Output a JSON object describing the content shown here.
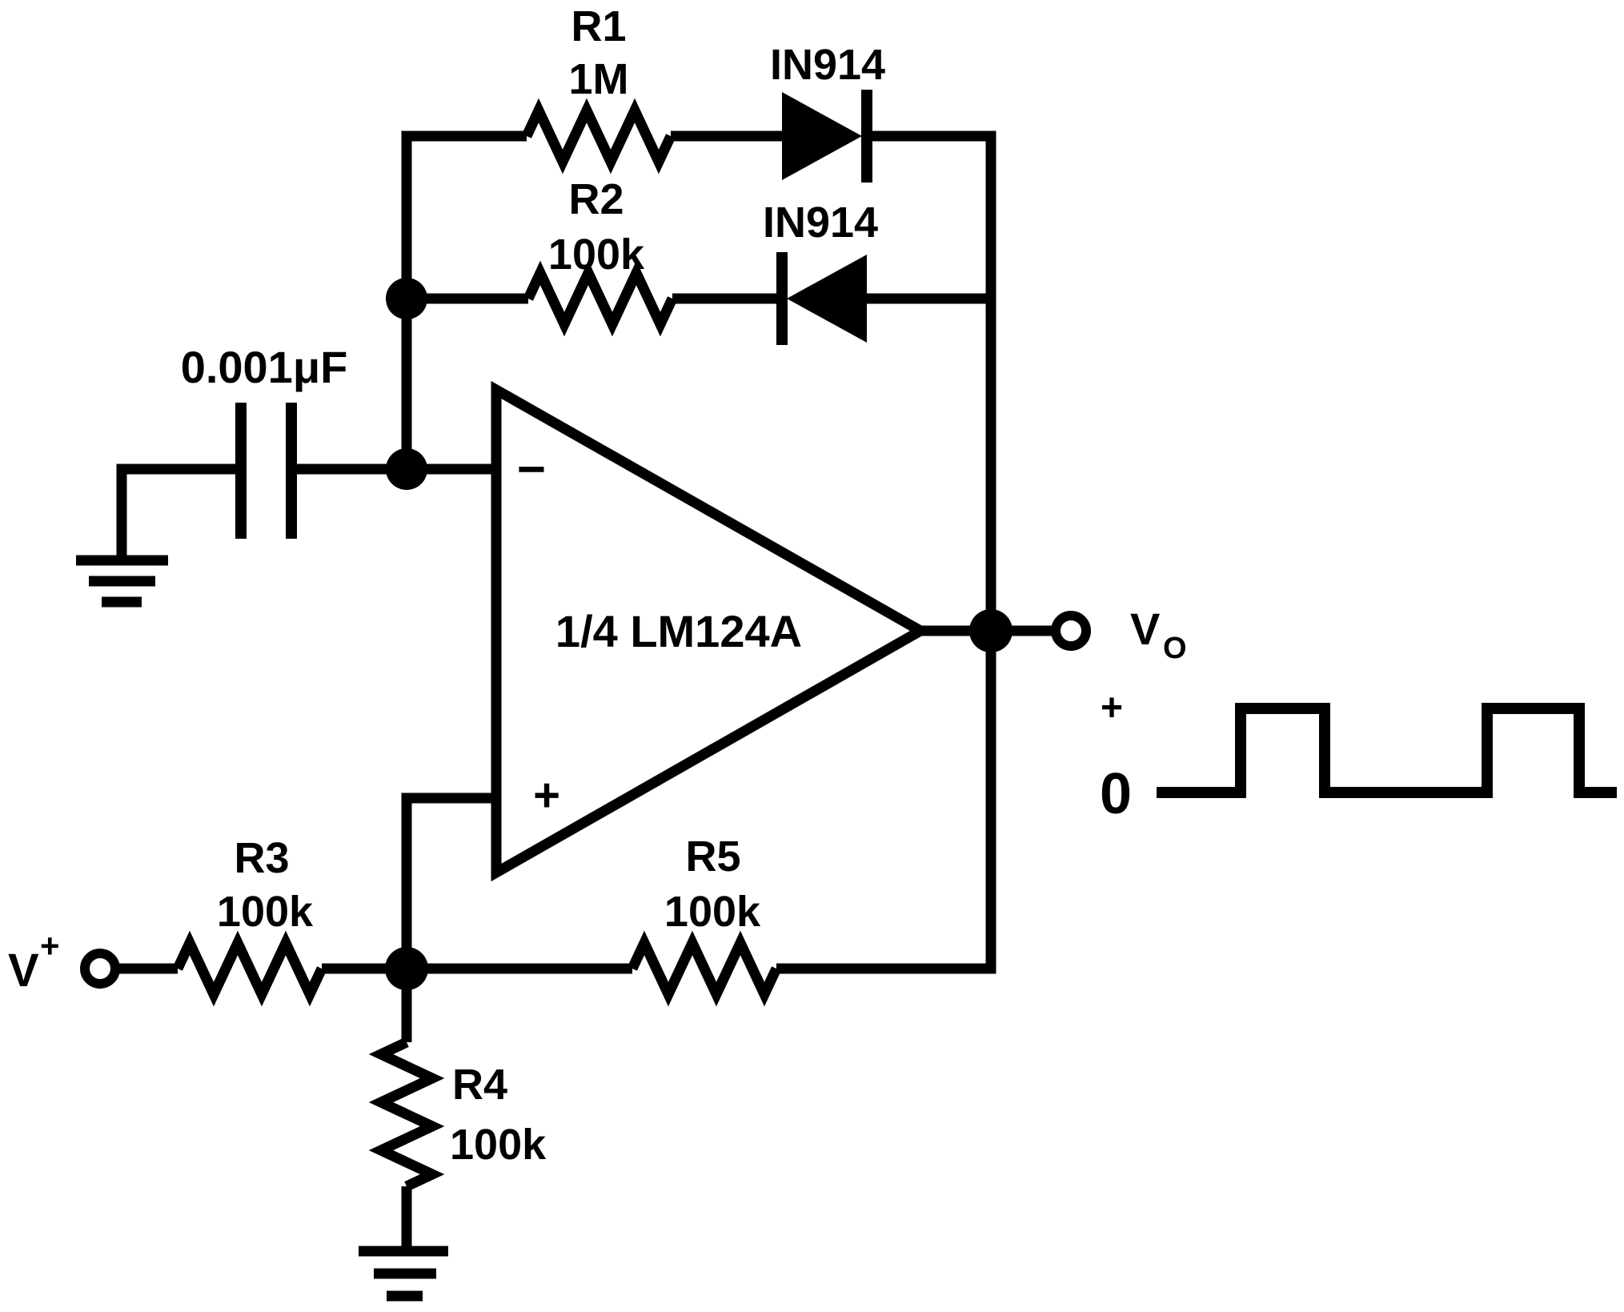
{
  "schematic": {
    "description": "Op-amp square-wave pulse generator schematic",
    "colors": {
      "ink": "#000000",
      "background": "#ffffff"
    },
    "components": {
      "r1": {
        "name": "R1",
        "value": "1M"
      },
      "r2": {
        "name": "R2",
        "value": "100k"
      },
      "r3": {
        "name": "R3",
        "value": "100k"
      },
      "r4": {
        "name": "R4",
        "value": "100k"
      },
      "r5": {
        "name": "R5",
        "value": "100k"
      },
      "d1": {
        "part": "IN914"
      },
      "d2": {
        "part": "IN914"
      },
      "c1": {
        "value": "0.001μF"
      },
      "opamp": {
        "label": "1/4 LM124A",
        "inverting": "−",
        "noninverting": "+"
      }
    },
    "terminals": {
      "supply_letter": "V",
      "supply_sign": "+",
      "output_letter": "V",
      "output_sub": "O"
    },
    "waveform": {
      "high_label": "+",
      "zero_label": "0",
      "shape": "square pulse train with two positive pulses above the 0 baseline"
    }
  }
}
